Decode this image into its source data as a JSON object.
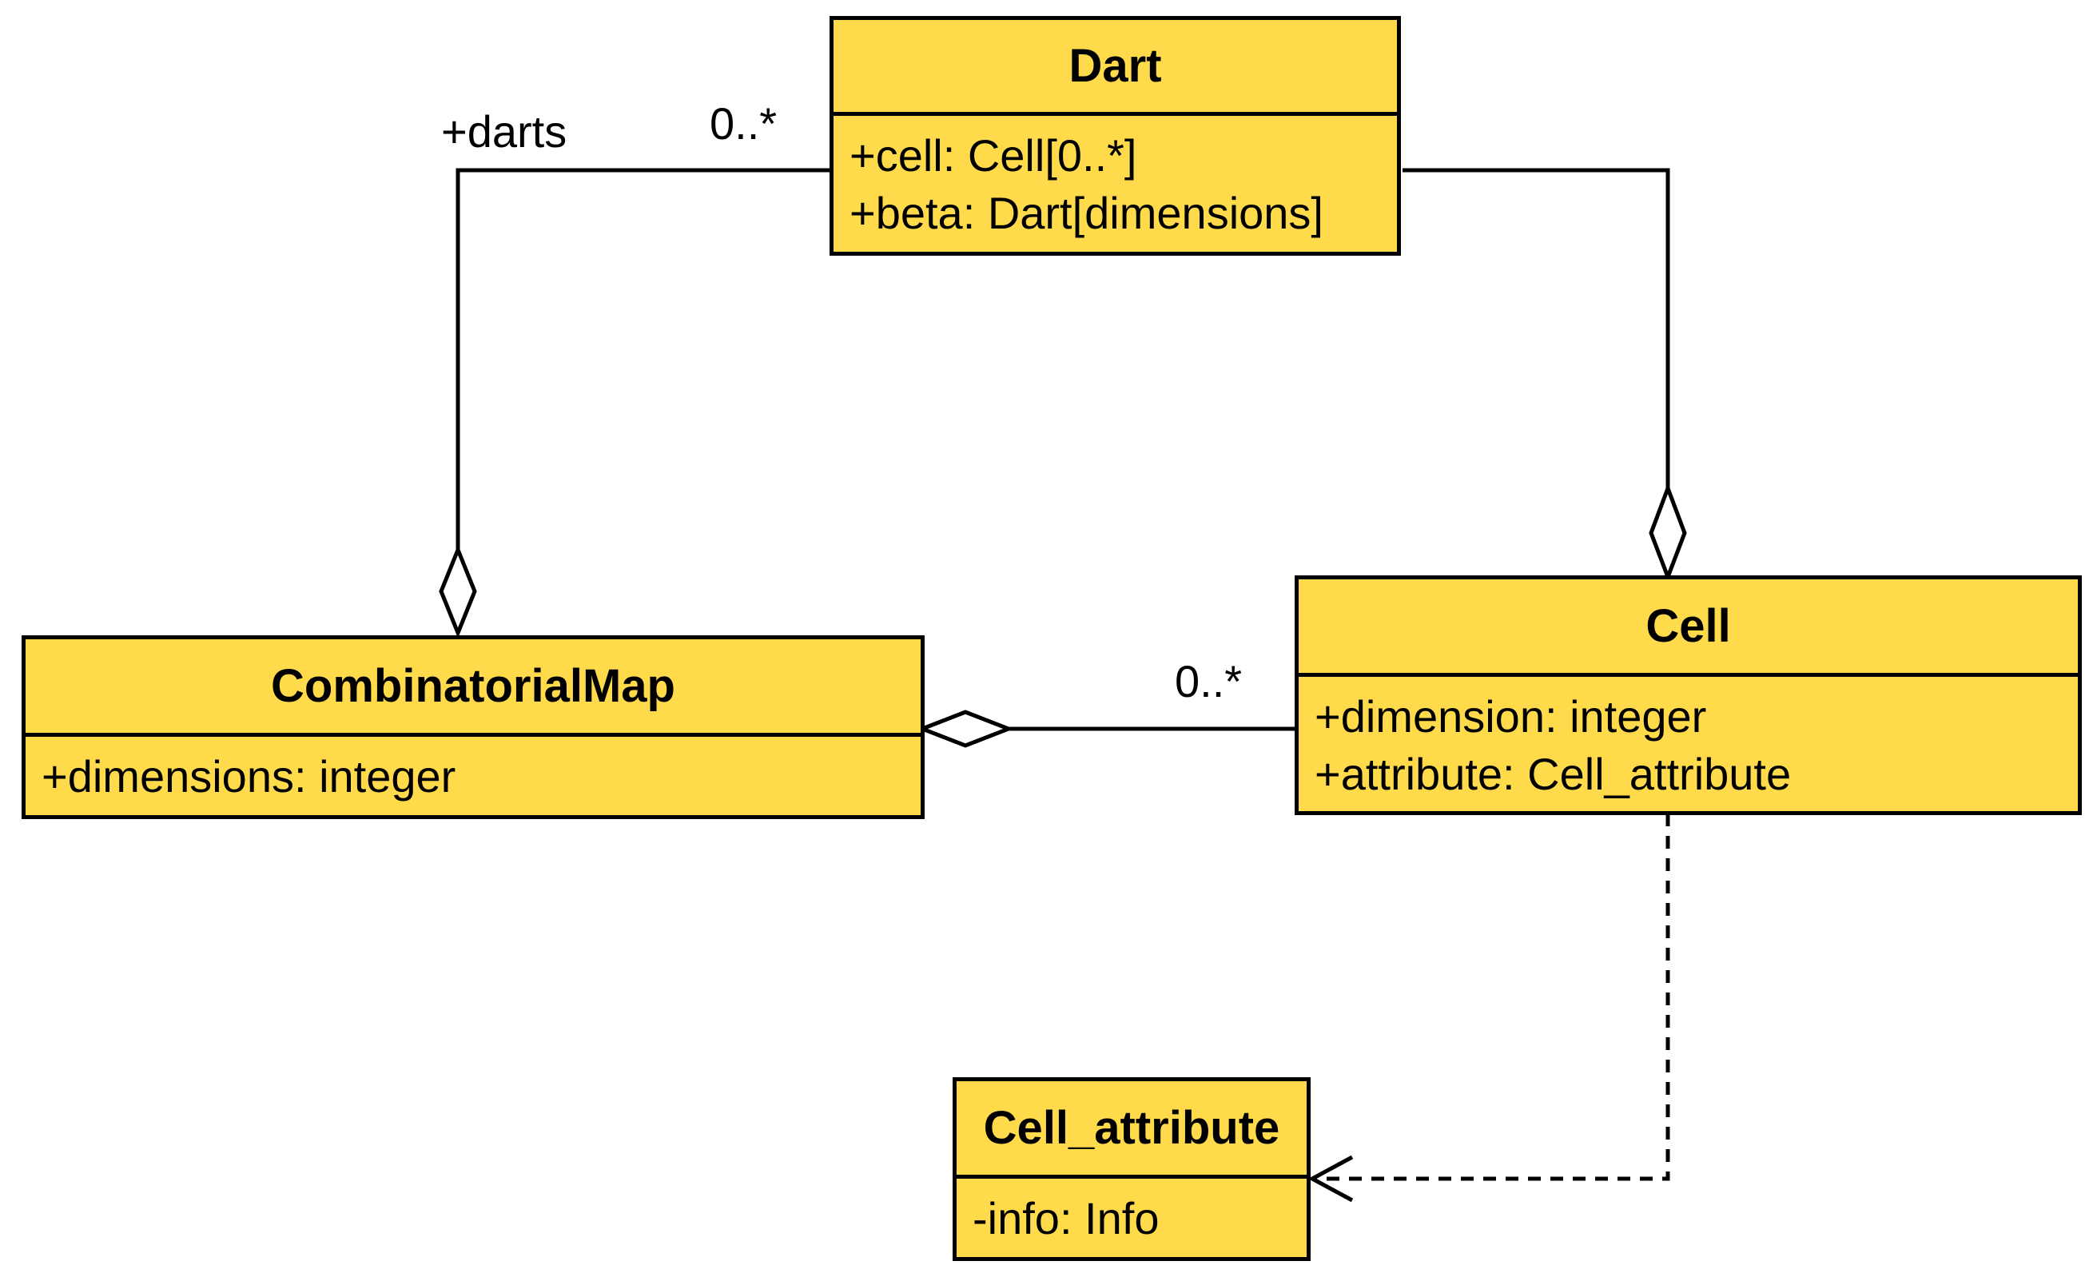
{
  "colors": {
    "box_fill": "#FFDA4A",
    "line": "#000000"
  },
  "classes": {
    "dart": {
      "name": "Dart",
      "attributes": [
        "+cell: Cell[0..*]",
        "+beta: Dart[dimensions]"
      ]
    },
    "combinatorial_map": {
      "name": "CombinatorialMap",
      "attributes": [
        "+dimensions: integer"
      ]
    },
    "cell": {
      "name": "Cell",
      "attributes": [
        "+dimension: integer",
        "+attribute: Cell_attribute"
      ]
    },
    "cell_attribute": {
      "name": "Cell_attribute",
      "attributes": [
        "-info: Info"
      ]
    }
  },
  "associations": {
    "map_darts": {
      "type": "aggregation",
      "role": "+darts",
      "multiplicity": "0..*"
    },
    "map_cells": {
      "type": "aggregation",
      "multiplicity": "0..*"
    },
    "cell_darts": {
      "type": "aggregation"
    },
    "cell_attribute_dependency": {
      "type": "dependency"
    }
  }
}
